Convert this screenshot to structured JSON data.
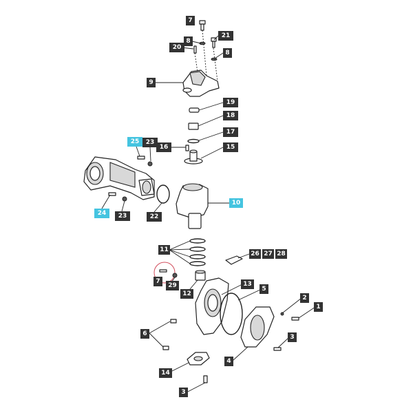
{
  "callouts": [
    {
      "id": "c7a",
      "text": "7",
      "highlight": false
    },
    {
      "id": "c8a",
      "text": "8",
      "highlight": false
    },
    {
      "id": "c21",
      "text": "21",
      "highlight": false
    },
    {
      "id": "c20",
      "text": "20",
      "highlight": false
    },
    {
      "id": "c8b",
      "text": "8",
      "highlight": false
    },
    {
      "id": "c9",
      "text": "9",
      "highlight": false
    },
    {
      "id": "c19",
      "text": "19",
      "highlight": false
    },
    {
      "id": "c18",
      "text": "18",
      "highlight": false
    },
    {
      "id": "c17",
      "text": "17",
      "highlight": false
    },
    {
      "id": "c25",
      "text": "25",
      "highlight": true
    },
    {
      "id": "c23a",
      "text": "23",
      "highlight": false
    },
    {
      "id": "c16",
      "text": "16",
      "highlight": false
    },
    {
      "id": "c15",
      "text": "15",
      "highlight": false
    },
    {
      "id": "c10",
      "text": "10",
      "highlight": true
    },
    {
      "id": "c24",
      "text": "24",
      "highlight": true
    },
    {
      "id": "c23b",
      "text": "23",
      "highlight": false
    },
    {
      "id": "c22",
      "text": "22",
      "highlight": false
    },
    {
      "id": "c11",
      "text": "11",
      "highlight": false
    },
    {
      "id": "c26",
      "text": "26",
      "highlight": false
    },
    {
      "id": "c27",
      "text": "27",
      "highlight": false
    },
    {
      "id": "c28",
      "text": "28",
      "highlight": false
    },
    {
      "id": "c7b",
      "text": "7",
      "highlight": false
    },
    {
      "id": "c29",
      "text": "29",
      "highlight": false
    },
    {
      "id": "c13",
      "text": "13",
      "highlight": false
    },
    {
      "id": "c5",
      "text": "5",
      "highlight": false
    },
    {
      "id": "c12",
      "text": "12",
      "highlight": false
    },
    {
      "id": "c2",
      "text": "2",
      "highlight": false
    },
    {
      "id": "c1",
      "text": "1",
      "highlight": false
    },
    {
      "id": "c6",
      "text": "6",
      "highlight": false
    },
    {
      "id": "c3a",
      "text": "3",
      "highlight": false
    },
    {
      "id": "c4",
      "text": "4",
      "highlight": false
    },
    {
      "id": "c14",
      "text": "14",
      "highlight": false
    },
    {
      "id": "c3b",
      "text": "3",
      "highlight": false
    }
  ],
  "colors": {
    "label_default": "#333333",
    "label_highlight": "#45c4e0",
    "label_text": "#ffffff"
  }
}
